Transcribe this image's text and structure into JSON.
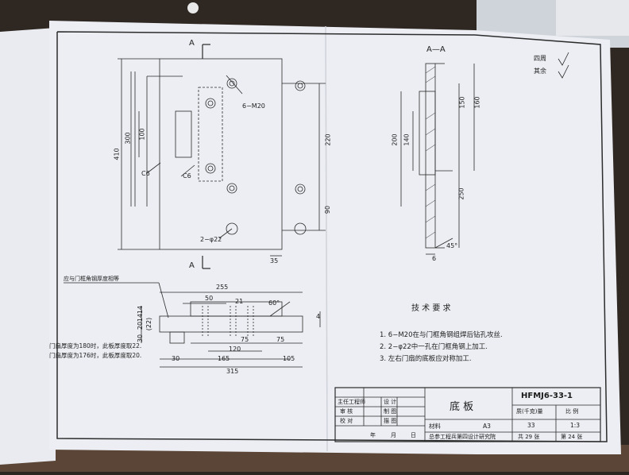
{
  "drawing": {
    "section_mark_top": "A",
    "section_mark_bottom": "A",
    "section_title": "A—A",
    "note_top_left": "应与门框角钢厚度相等",
    "note_left_1": "门扇厚度为180时，此板厚度取22.",
    "note_left_2": "门扇厚度为176时，此板厚度取20.",
    "roughness_1": "四周",
    "roughness_2": "其余",
    "dims": {
      "d410": "410",
      "d300": "300",
      "d100": "100",
      "d220": "220",
      "d90": "90",
      "d35": "35",
      "c6a": "C6",
      "c6b": "C6",
      "m20": "6−M20",
      "phi22": "2−φ22",
      "d255": "255",
      "d50": "50",
      "d21": "21",
      "d60": "60°",
      "d4": "4",
      "d14a": "14",
      "d14b": "14",
      "d20": "20",
      "d22": "(22)",
      "d30": "30",
      "d75a": "75",
      "d75b": "75",
      "d120": "120",
      "d30b": "30",
      "d165": "165",
      "d105": "105",
      "d315": "315",
      "s150": "150",
      "s160": "160",
      "s200": "200",
      "s140": "140",
      "s250": "250",
      "s6": "6",
      "s45": "45°"
    },
    "tech_title": "技 术 要 求",
    "tech_items": [
      "1. 6−M20在与门框角钢组焊后钻孔攻丝.",
      "2. 2−φ22中一孔在门框角钢上加工.",
      "3. 左右门扇的底板应对称加工."
    ]
  },
  "title_block": {
    "drawing_no": "HFMJ6-33-1",
    "part_name": "底  板",
    "material_label": "材料",
    "material_value": "A3",
    "rows_left": [
      "主任工程师",
      "审  核",
      "校  对"
    ],
    "rows_mid": [
      "设 计",
      "制 图",
      "描 图"
    ],
    "date_row": [
      "年",
      "月",
      "日"
    ],
    "weight_label": "质(千克)量",
    "scale_label": "比  例",
    "weight_value": "33",
    "scale_value": "1:3",
    "sheets_total": "共 29 张",
    "sheet_no": "第 24 张",
    "institute": "总参工程兵第四设计研究院"
  }
}
